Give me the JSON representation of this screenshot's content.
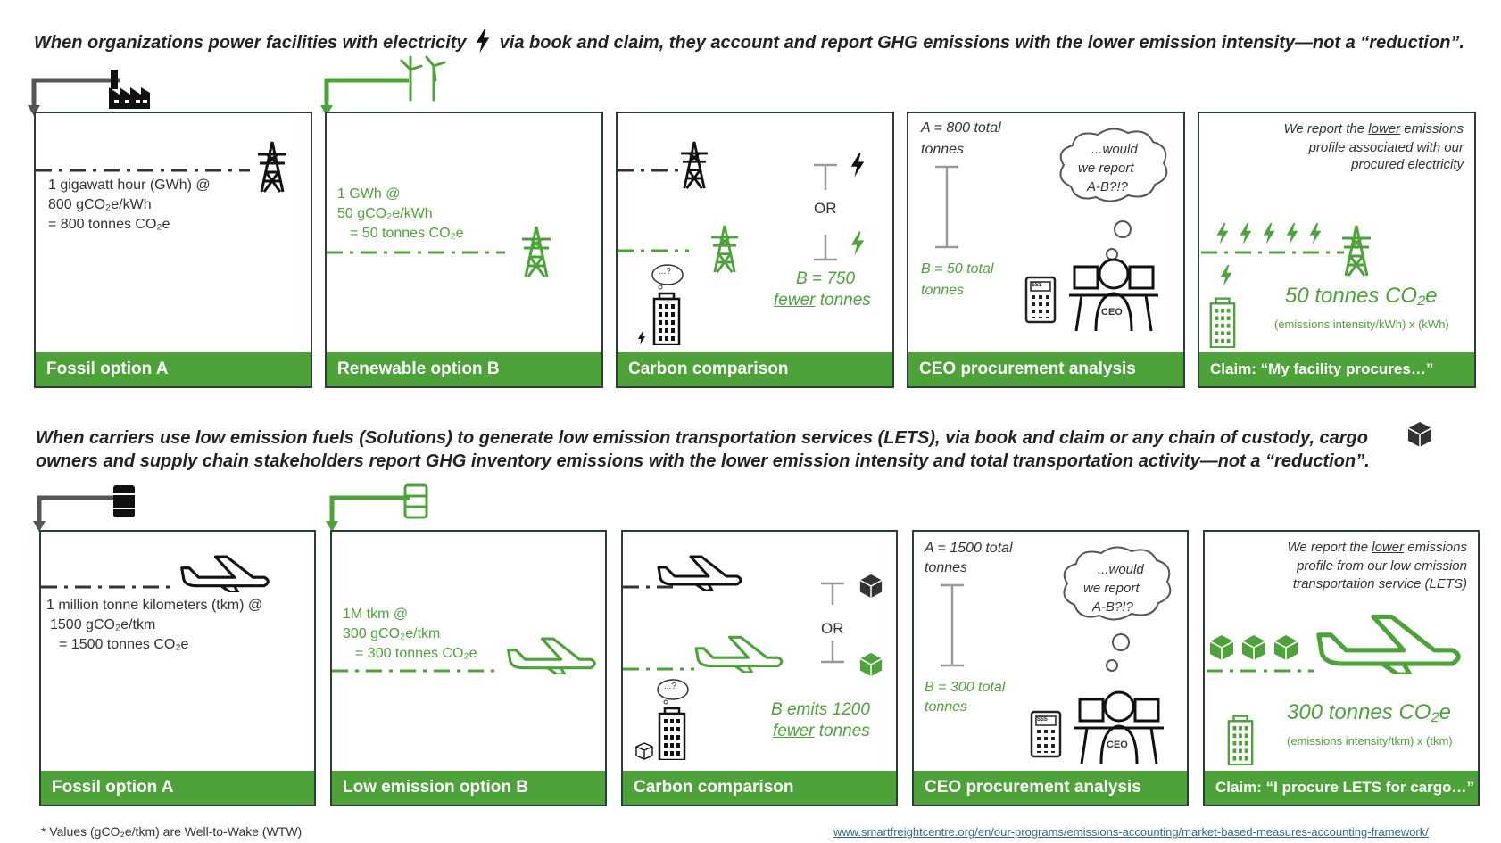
{
  "top": {
    "heading_pre": "When organizations power facilities with electricity",
    "heading_post": "via book and claim, they account and report GHG emissions with the lower emission intensity—not a “reduction”.",
    "panel1": {
      "label": "Fossil option A",
      "line1": "1 gigawatt hour (GWh) @",
      "line2": "800 gCO₂e/kWh",
      "line3": "= 800 tonnes CO₂e"
    },
    "panel2": {
      "label": "Renewable option B",
      "line1": "1 GWh @",
      "line2": "50 gCO₂e/kWh",
      "line3": "= 50 tonnes CO₂e"
    },
    "panel3": {
      "label": "Carbon comparison",
      "or": "OR",
      "b_line1": "B = 750",
      "b_fewer": "fewer",
      "b_tonnes": " tonnes",
      "cloud": "...?"
    },
    "panel4": {
      "label": "CEO procurement analysis",
      "a_line1": "A = 800 total",
      "a_line2": "tonnes",
      "b_line1": "B = 50 total",
      "b_line2": "tonnes",
      "thought1": "...would",
      "thought2": "we report",
      "thought3": "A-B?!?",
      "ceo": "CEO",
      "calc": "$$$"
    },
    "panel5": {
      "label": "Claim: “My facility procures…”",
      "r1_pre": "We report the ",
      "r1_lower": "lower",
      "r1_post": " emissions",
      "r2": "profile associated with our",
      "r3": "procured electricity",
      "value": "50 tonnes CO₂e",
      "formula": "(emissions intensity/kWh) x (kWh)"
    }
  },
  "bottom": {
    "heading_line1": "When carriers use low emission fuels (Solutions) to generate low emission transportation services (LETS), via book and claim or any chain of custody, cargo",
    "heading_line2": "owners and supply chain stakeholders report GHG inventory emissions with the lower emission intensity and total transportation activity—not a “reduction”.",
    "panel1": {
      "label": "Fossil option A",
      "line1": "1 million tonne kilometers (tkm) @",
      "line2": "1500 gCO₂e/tkm",
      "line3": "= 1500 tonnes CO₂e"
    },
    "panel2": {
      "label": "Low emission option B",
      "line1": "1M tkm @",
      "line2": "300 gCO₂e/tkm",
      "line3": "= 300 tonnes CO₂e"
    },
    "panel3": {
      "label": "Carbon comparison",
      "or": "OR",
      "b_line1": "B emits 1200",
      "b_fewer": "fewer",
      "b_tonnes": " tonnes",
      "cloud": "...?"
    },
    "panel4": {
      "label": "CEO procurement analysis",
      "a_line1": "A = 1500 total",
      "a_line2": "tonnes",
      "b_line1": "B = 300 total",
      "b_line2": "tonnes",
      "thought1": "...would",
      "thought2": "we report",
      "thought3": "A-B?!?",
      "ceo": "CEO",
      "calc": "$$$"
    },
    "panel5": {
      "label": "Claim: “I procure LETS for cargo…”",
      "r1_pre": "We report the ",
      "r1_lower": "lower",
      "r1_post": " emissions",
      "r2": "profile from our low emission",
      "r3": "transportation service (LETS)",
      "value": "300 tonnes CO₂e",
      "formula": "(emissions intensity/tkm) x (tkm)"
    }
  },
  "footnote": "* Values (gCO₂e/tkm) are Well-to-Wake (WTW)",
  "link": "www.smartfreightcentre.org/en/our-programs/emissions-accounting/market-based-measures-accounting-framework/",
  "colors": {
    "green": "#4ea23a",
    "dark": "#2b3f33",
    "black": "#111111",
    "grey": "#9a9a9a"
  },
  "icons": [
    "lightning-icon",
    "factory-icon",
    "wind-turbine-icon",
    "pylon-icon",
    "building-icon",
    "thought-cloud-icon",
    "ceo-icon",
    "calculator-icon",
    "oil-barrel-icon",
    "green-barrel-icon",
    "airplane-icon",
    "cargo-box-icon"
  ]
}
